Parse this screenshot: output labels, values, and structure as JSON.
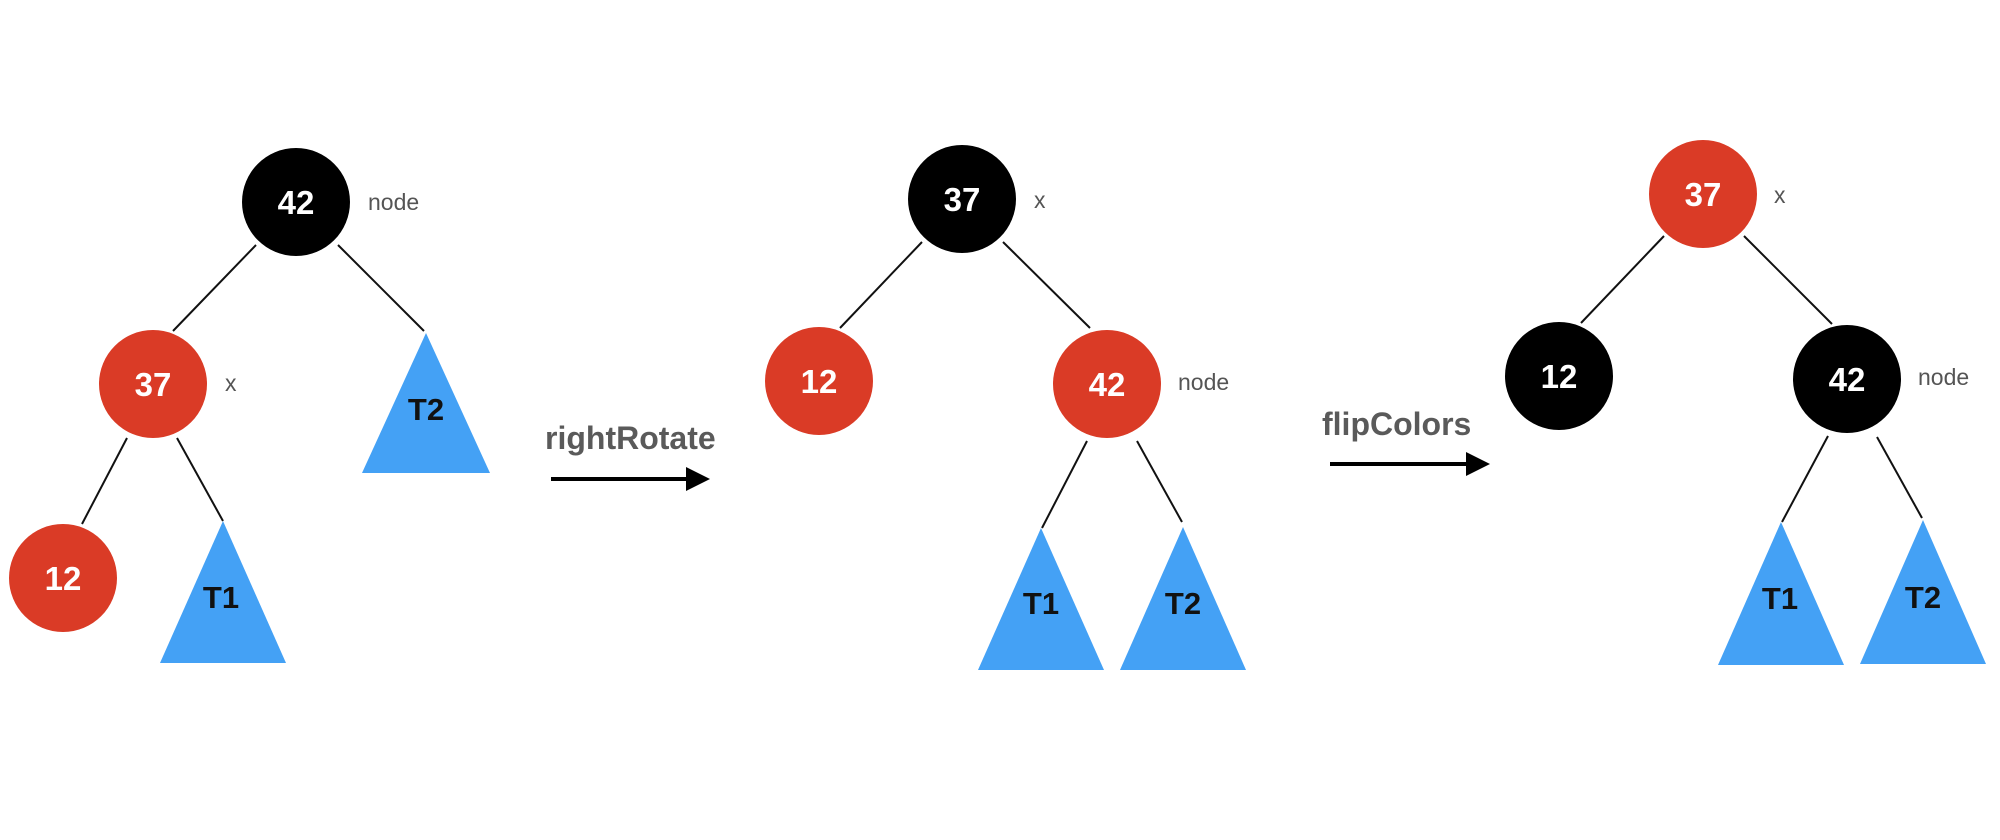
{
  "colors": {
    "red_node": "#da3b26",
    "black_node": "#000000",
    "subtree": "#44a1f5",
    "edge": "#111111",
    "label": "#555555",
    "operation": "#5a5a5a"
  },
  "stage1": {
    "root": {
      "value": "42",
      "color": "black",
      "label": "node"
    },
    "left": {
      "value": "37",
      "color": "red",
      "label": "x"
    },
    "left_left": {
      "value": "12",
      "color": "red"
    },
    "left_right_subtree": "T1",
    "right_subtree": "T2"
  },
  "op1": {
    "label": "rightRotate"
  },
  "stage2": {
    "root": {
      "value": "37",
      "color": "black",
      "label": "x"
    },
    "left": {
      "value": "12",
      "color": "red"
    },
    "right": {
      "value": "42",
      "color": "red",
      "label": "node"
    },
    "right_left_subtree": "T1",
    "right_right_subtree": "T2"
  },
  "op2": {
    "label": "flipColors"
  },
  "stage3": {
    "root": {
      "value": "37",
      "color": "red",
      "label": "x"
    },
    "left": {
      "value": "12",
      "color": "black"
    },
    "right": {
      "value": "42",
      "color": "black",
      "label": "node"
    },
    "right_left_subtree": "T1",
    "right_right_subtree": "T2"
  }
}
